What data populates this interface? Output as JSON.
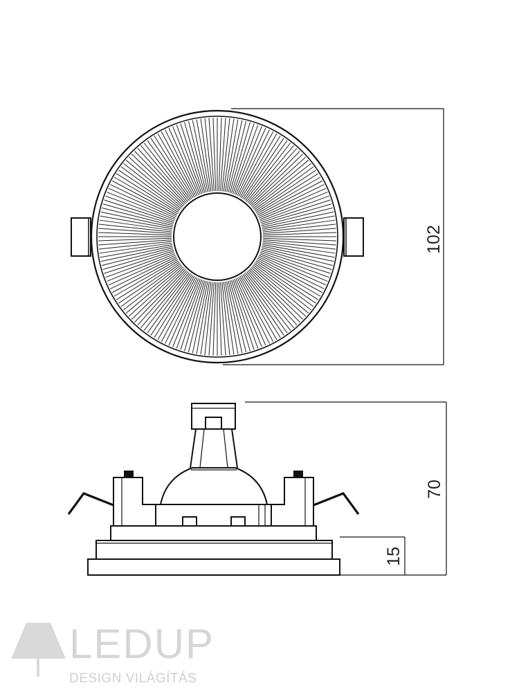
{
  "dimensions": {
    "diameter": "102",
    "height": "70",
    "flange": "15"
  },
  "logo": {
    "name": "LEDUP",
    "tagline": "DESIGN VILÁGÍTÁS"
  },
  "colors": {
    "line": "#111111",
    "logo": "#d6d6d6"
  }
}
